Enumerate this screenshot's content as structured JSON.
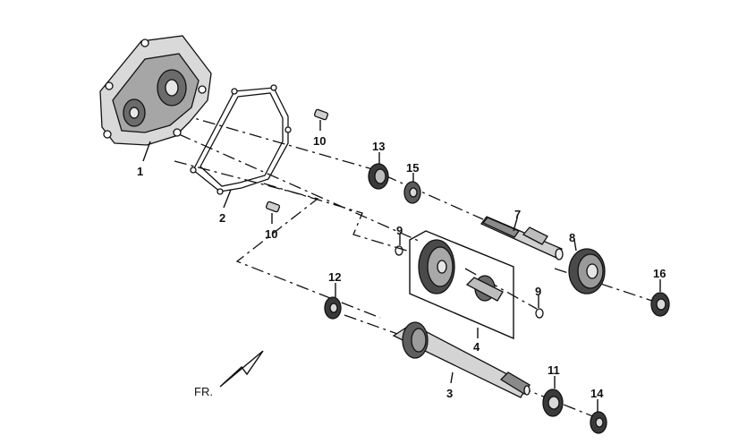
{
  "diagram": {
    "direction_label": "FR.",
    "callouts": [
      {
        "id": "c1",
        "text": "1"
      },
      {
        "id": "c2",
        "text": "2"
      },
      {
        "id": "c3",
        "text": "3"
      },
      {
        "id": "c4",
        "text": "4"
      },
      {
        "id": "c7",
        "text": "7"
      },
      {
        "id": "c8",
        "text": "8"
      },
      {
        "id": "c9a",
        "text": "9"
      },
      {
        "id": "c9b",
        "text": "9"
      },
      {
        "id": "c10a",
        "text": "10"
      },
      {
        "id": "c10b",
        "text": "10"
      },
      {
        "id": "c11",
        "text": "11"
      },
      {
        "id": "c12",
        "text": "12"
      },
      {
        "id": "c13",
        "text": "13"
      },
      {
        "id": "c14",
        "text": "14"
      },
      {
        "id": "c15",
        "text": "15"
      },
      {
        "id": "c16",
        "text": "16"
      }
    ]
  }
}
